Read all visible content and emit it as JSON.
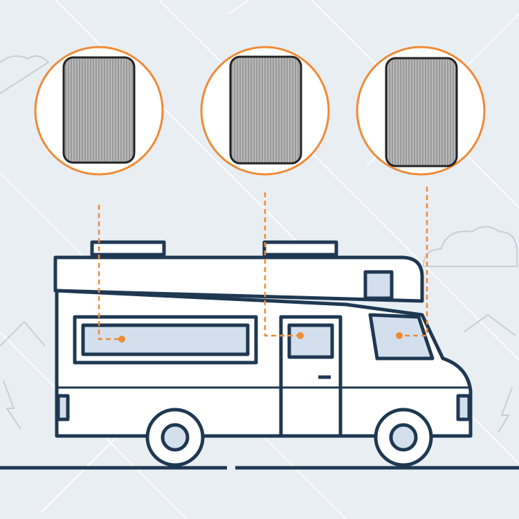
{
  "colors": {
    "background": "#e9eef3",
    "accent_orange": "#f08a34",
    "outline_navy": "#1f3852",
    "window_blue": "#d3dfec",
    "shade_grey": "#8c8c8c"
  },
  "icons": [
    "shade-circle-1",
    "shade-circle-2",
    "shade-circle-3",
    "rv-illustration",
    "cloud-icon",
    "mountain-icon"
  ]
}
